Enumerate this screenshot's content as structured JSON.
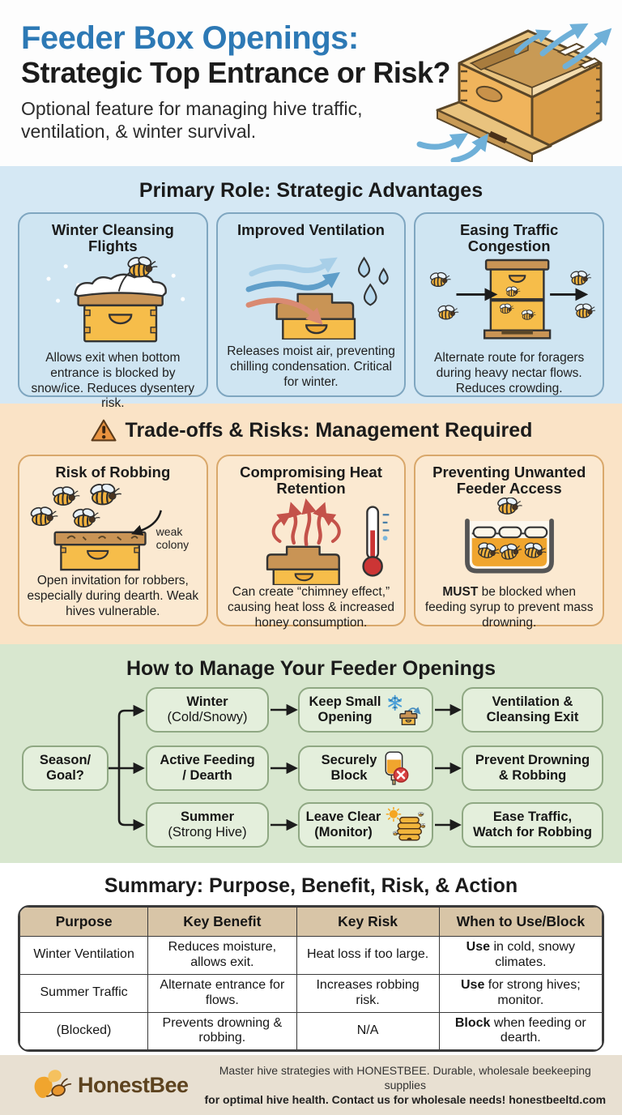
{
  "header": {
    "title_line1": "Feeder Box Openings:",
    "title_line2": "Strategic Top Entrance or Risk?",
    "subtitle": "Optional feature for managing hive traffic, ventilation, & winter survival."
  },
  "advantages": {
    "title": "Primary Role: Strategic Advantages",
    "cards": [
      {
        "title": "Winter Cleansing Flights",
        "icon": "snow-hive-bee-icon",
        "desc": "Allows exit when bottom entrance is blocked by snow/ice. Reduces dysentery risk."
      },
      {
        "title": "Improved Ventilation",
        "icon": "airflow-droplets-icon",
        "desc": "Releases moist air, preventing chilling condensation. Critical for winter."
      },
      {
        "title": "Easing Traffic Congestion",
        "icon": "hive-traffic-icon",
        "desc": "Alternate route for foragers during heavy nectar flows. Reduces crowding."
      }
    ]
  },
  "risks": {
    "title": "Trade-offs & Risks: Management Required",
    "warning_icon": "warning-triangle-icon",
    "cards": [
      {
        "title": "Risk of Robbing",
        "icon": "robbing-bees-icon",
        "annotation": "weak colony",
        "desc": "Open invitation for robbers, especially during dearth. Weak hives vulnerable."
      },
      {
        "title": "Compromising Heat Retention",
        "icon": "heat-loss-thermometer-icon",
        "desc": "Can create “chimney effect,” causing heat loss & increased honey consumption."
      },
      {
        "title": "Preventing Unwanted Feeder Access",
        "icon": "syrup-feeder-drowning-icon",
        "desc_bold": "MUST",
        "desc_rest": " be blocked when feeding syrup to prevent mass drowning."
      }
    ]
  },
  "flowchart": {
    "title": "How to Manage Your Feeder Openings",
    "decision": {
      "line1": "Season/",
      "line2": "Goal?"
    },
    "rows": [
      {
        "condition_l1": "Winter",
        "condition_l2": "(Cold/Snowy)",
        "action_l1": "Keep Small",
        "action_l2": "Opening",
        "action_icon": "snowflake-hive-icon",
        "outcome_l1": "Ventilation &",
        "outcome_l2": "Cleansing Exit"
      },
      {
        "condition_l1": "Active Feeding",
        "condition_l2": "/ Dearth",
        "action_l1": "Securely",
        "action_l2": "Block",
        "action_icon": "blocked-bottle-icon",
        "outcome_l1": "Prevent Drowning",
        "outcome_l2": "& Robbing"
      },
      {
        "condition_l1": "Summer",
        "condition_l2": "(Strong Hive)",
        "action_l1": "Leave Clear",
        "action_l2": "(Monitor)",
        "action_icon": "sun-skep-icon",
        "outcome_l1": "Ease Traffic,",
        "outcome_l2": "Watch for Robbing"
      }
    ]
  },
  "summary": {
    "title": "Summary: Purpose, Benefit, Risk, & Action",
    "headers": [
      "Purpose",
      "Key Benefit",
      "Key Risk",
      "When to Use/Block"
    ],
    "rows": [
      {
        "purpose": "Winter Ventilation",
        "benefit": "Reduces moisture, allows exit.",
        "risk": "Heat loss if too large.",
        "action_bold": "Use",
        "action_rest": " in cold, snowy climates."
      },
      {
        "purpose": "Summer Traffic",
        "benefit": "Alternate entrance for flows.",
        "risk": "Increases robbing risk.",
        "action_bold": "Use",
        "action_rest": " for strong hives; monitor."
      },
      {
        "purpose": "(Blocked)",
        "benefit": "Prevents drowning & robbing.",
        "risk": "N/A",
        "action_bold": "Block",
        "action_rest": " when feeding or dearth."
      }
    ]
  },
  "footer": {
    "brand": "HonestBee",
    "logo_icon": "honestbee-bee-icon",
    "tagline_regular": "Master hive strategies with HONESTBEE. Durable, wholesale beekeeping supplies",
    "tagline_bold": "for optimal hive health. Contact us for wholesale needs! honestbeeltd.com"
  },
  "colors": {
    "title_blue": "#2d79b5",
    "section_blue": "#d5e8f4",
    "card_blue": "#cfe5f2",
    "card_blue_border": "#7fa6c0",
    "section_orange": "#fae3c6",
    "card_orange": "#fbe9d1",
    "card_orange_border": "#d9a86b",
    "section_green": "#d8e7cf",
    "node_green": "#e4efdc",
    "node_green_border": "#8fa883",
    "table_header_bg": "#d8c5a7",
    "footer_bg": "#e8e0d2",
    "brand_brown": "#5d431f",
    "hive_yellow": "#f6bd4a",
    "wood_brown": "#c99455",
    "arrow_blue": "#6fb0d8",
    "warning_orange": "#e8923f"
  }
}
